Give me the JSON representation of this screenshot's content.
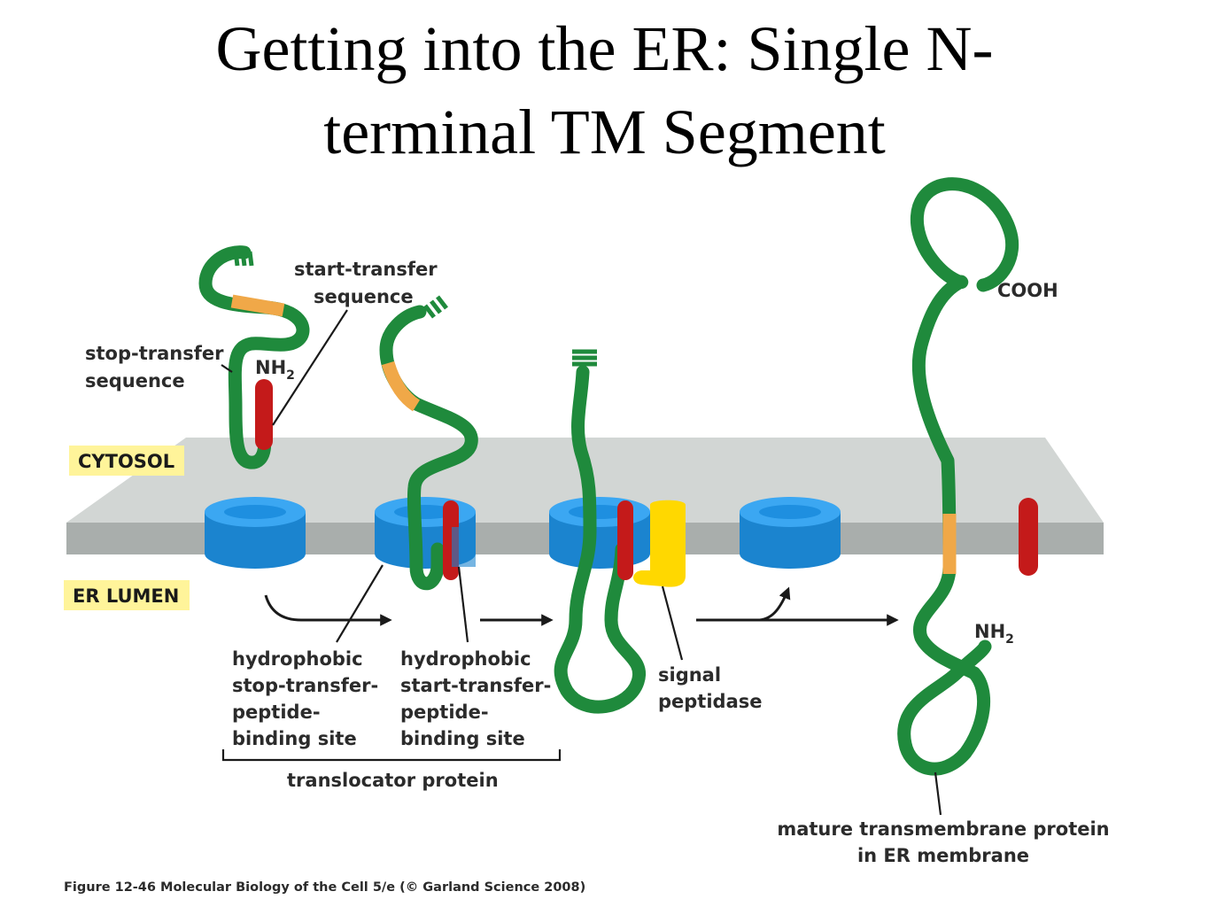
{
  "title": {
    "line1": "Getting into the ER: Single N-",
    "line2": "terminal TM Segment"
  },
  "compartments": {
    "cytosol": "CYTOSOL",
    "er_lumen": "ER LUMEN"
  },
  "labels": {
    "start_transfer_1": "start-transfer",
    "start_transfer_2": "sequence",
    "stop_transfer_1": "stop-transfer",
    "stop_transfer_2": "sequence",
    "nh2_top": "NH",
    "nh2_top_sub": "2",
    "cooh": "COOH",
    "nh2_bottom": "NH",
    "nh2_bottom_sub": "2",
    "hydrophobic_stop": [
      "hydrophobic",
      "stop-transfer-",
      "peptide-",
      "binding site"
    ],
    "hydrophobic_start": [
      "hydrophobic",
      "start-transfer-",
      "peptide-",
      "binding site"
    ],
    "signal_peptidase": [
      "signal",
      "peptidase"
    ],
    "translocator": "translocator protein",
    "mature": [
      "mature transmembrane protein",
      "in ER membrane"
    ]
  },
  "caption": "Figure 12-46  Molecular Biology of the Cell 5/e (© Garland Science 2008)",
  "colors": {
    "chain": "#1f8a3c",
    "stop_transfer_segment": "#f0a848",
    "start_transfer_segment": "#c41a1a",
    "translocator": "#1e8fe0",
    "signal_peptidase": "#ffd800",
    "membrane": "#c2c6c4",
    "tag_background": "#fff49a"
  }
}
